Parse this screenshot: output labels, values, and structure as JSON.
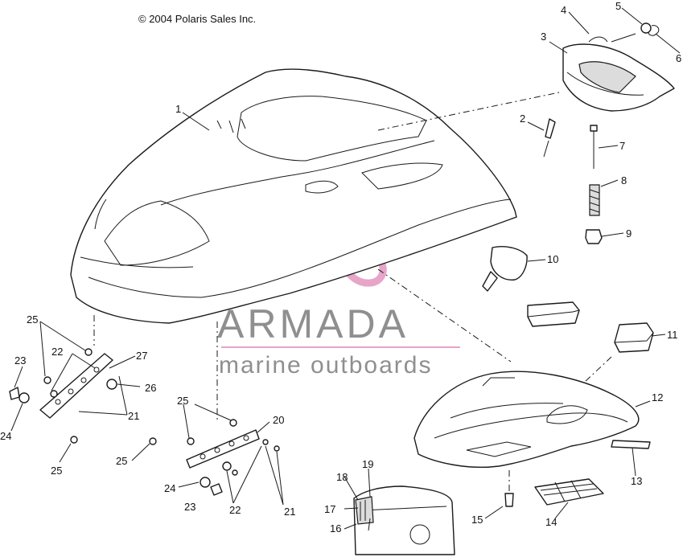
{
  "copyright": "© 2004 Polaris Sales Inc.",
  "watermark": {
    "brand": "ARMADA",
    "tagline": "marine outboards",
    "logo_color": "#e7a5c9",
    "text_color": "#8f8f8f"
  },
  "callouts": [
    {
      "id": "c1",
      "label": "1"
    },
    {
      "id": "c2",
      "label": "2"
    },
    {
      "id": "c3",
      "label": "3"
    },
    {
      "id": "c4",
      "label": "4"
    },
    {
      "id": "c5",
      "label": "5"
    },
    {
      "id": "c6",
      "label": "6"
    },
    {
      "id": "c7",
      "label": "7"
    },
    {
      "id": "c8",
      "label": "8"
    },
    {
      "id": "c9",
      "label": "9"
    },
    {
      "id": "c10",
      "label": "10"
    },
    {
      "id": "c11",
      "label": "11"
    },
    {
      "id": "c12",
      "label": "12"
    },
    {
      "id": "c13",
      "label": "13"
    },
    {
      "id": "c14",
      "label": "14"
    },
    {
      "id": "c15",
      "label": "15"
    },
    {
      "id": "c16",
      "label": "16"
    },
    {
      "id": "c17",
      "label": "17"
    },
    {
      "id": "c18",
      "label": "18"
    },
    {
      "id": "c19",
      "label": "19"
    },
    {
      "id": "c20",
      "label": "20"
    },
    {
      "id": "c21a",
      "label": "21"
    },
    {
      "id": "c21b",
      "label": "21"
    },
    {
      "id": "c22a",
      "label": "22"
    },
    {
      "id": "c22b",
      "label": "22"
    },
    {
      "id": "c23a",
      "label": "23"
    },
    {
      "id": "c23b",
      "label": "23"
    },
    {
      "id": "c24a",
      "label": "24"
    },
    {
      "id": "c24b",
      "label": "24"
    },
    {
      "id": "c25a",
      "label": "25"
    },
    {
      "id": "c25b",
      "label": "25"
    },
    {
      "id": "c25c",
      "label": "25"
    },
    {
      "id": "c25d",
      "label": "25"
    },
    {
      "id": "c26",
      "label": "26"
    },
    {
      "id": "c27",
      "label": "27"
    }
  ]
}
